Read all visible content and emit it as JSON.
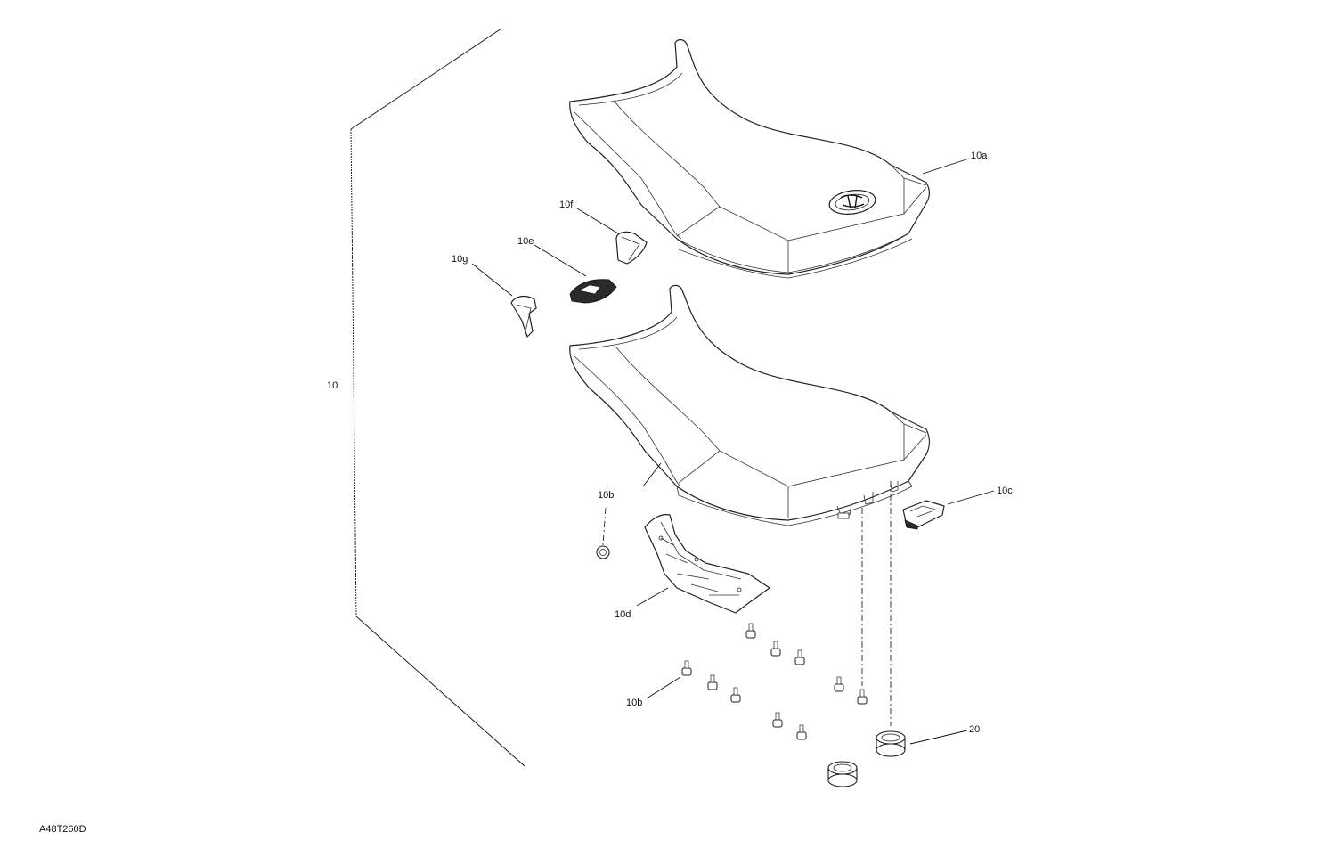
{
  "drawing_code": "A48T260D",
  "callouts": {
    "assembly": "10",
    "upper_seat_cover": "10a",
    "rivet_upper": "10b",
    "rivet_lower": "10b",
    "latch": "10c",
    "seat_base_pad": "10d",
    "clip_e": "10e",
    "clip_f": "10f",
    "clip_g": "10g",
    "bumper": "20"
  },
  "colors": {
    "line": "#222222",
    "background": "#ffffff"
  }
}
